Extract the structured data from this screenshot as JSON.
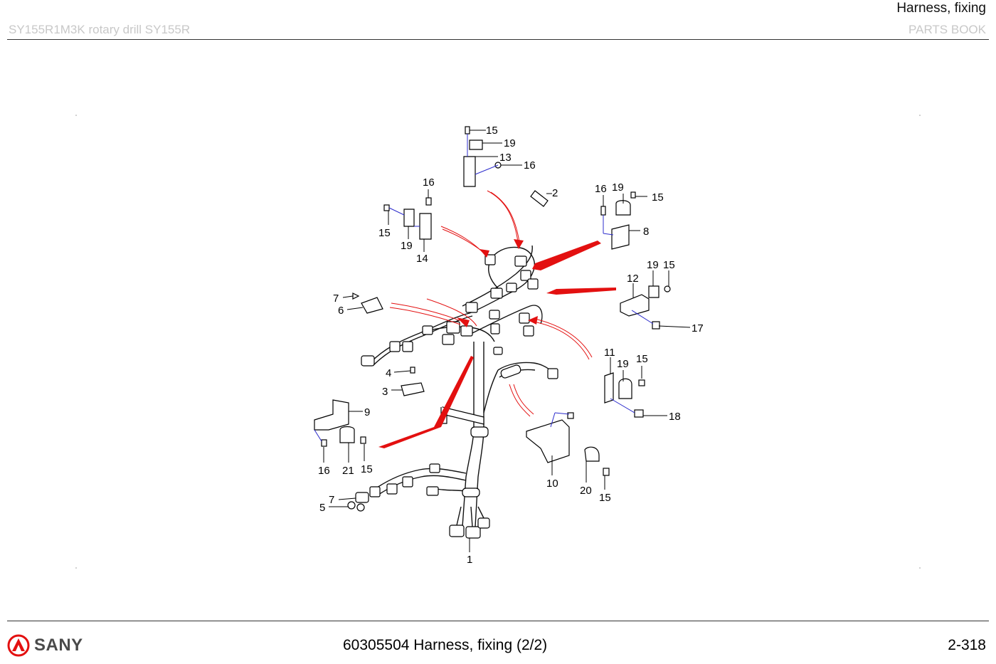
{
  "header": {
    "section_title": "Harness, fixing",
    "model": "SY155R1M3K rotary  drill  SY155R",
    "book": "PARTS BOOK"
  },
  "footer": {
    "brand": "SANY",
    "caption": "60305504 Harness, fixing (2/2)",
    "page": "2-318"
  },
  "callouts": {
    "c1": "1",
    "c2": "2",
    "c3": "3",
    "c4": "4",
    "c5": "5",
    "c6": "6",
    "c7a": "7",
    "c7b": "7",
    "c8": "8",
    "c9": "9",
    "c10": "10",
    "c11": "11",
    "c12": "12",
    "c13": "13",
    "c14": "14",
    "c15a": "15",
    "c15b": "15",
    "c15c": "15",
    "c15d": "15",
    "c15e": "15",
    "c15f": "15",
    "c15g": "15",
    "c16a": "16",
    "c16b": "16",
    "c16c": "16",
    "c16d": "16",
    "c17": "17",
    "c18": "18",
    "c19a": "19",
    "c19b": "19",
    "c19c": "19",
    "c19d": "19",
    "c19e": "19",
    "c20": "20",
    "c21": "21"
  },
  "colors": {
    "arrow": "#e31010",
    "leader_blue": "#2c2ccc",
    "brand_red": "#e31010",
    "faint_text": "#c8c8c8"
  }
}
